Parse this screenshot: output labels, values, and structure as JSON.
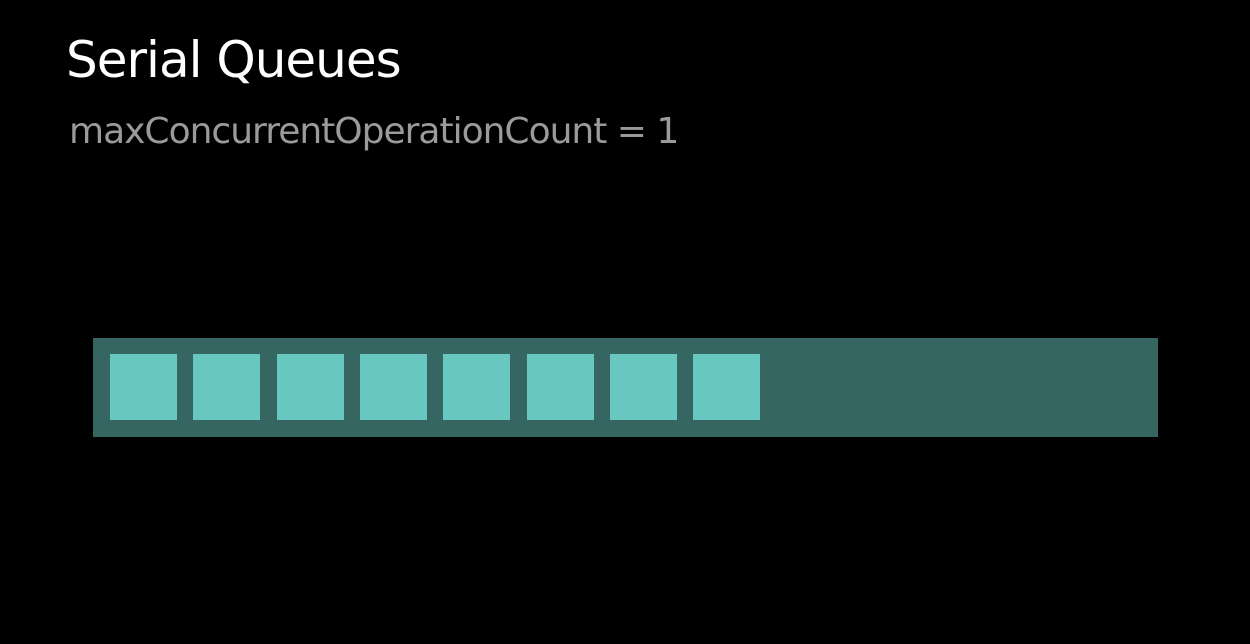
{
  "slide": {
    "title": "Serial Queues",
    "subtitle": "maxConcurrentOperationCount = 1"
  },
  "queue": {
    "operation_count": 8,
    "colors": {
      "background": "#000000",
      "queue_bar": "#356661",
      "operation": "#69c7c1",
      "title": "#ffffff",
      "subtitle": "#9a9a9a"
    }
  }
}
